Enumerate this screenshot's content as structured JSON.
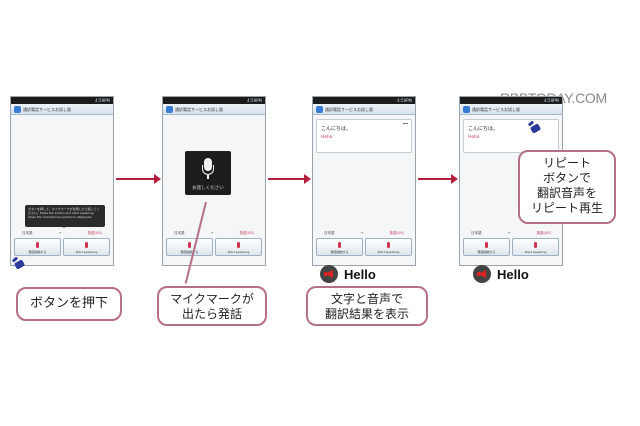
{
  "watermark": "RBBTODAY.COM",
  "screens": [
    {
      "statusbar_time": "4:59PM",
      "title": "通訳電話サービスお試し版",
      "tooltip": "ボタンを押して、マイクマークが出現したら話してください。Press the button and start speaking when the microphone symbol is displayed.",
      "lang_from": "日本語",
      "lang_arrow": "→",
      "lang_to": "英語(US)",
      "btn_left": "発話開始する",
      "btn_right": "Start speaking"
    },
    {
      "statusbar_time": "4:59PM",
      "title": "通訳電話サービスお試し版",
      "dialog_text": "お話しください",
      "lang_from": "日本語",
      "lang_arrow": "→",
      "lang_to": "英語(US)",
      "btn_left": "発話開始する",
      "btn_right": "Start speaking"
    },
    {
      "statusbar_time": "4:59PM",
      "title": "通訳電話サービスお試し版",
      "source_text": "こんにちは。",
      "translated_text": "Hello",
      "lang_from": "日本語",
      "lang_arrow": "→",
      "lang_to": "英語(US)",
      "btn_left": "発話開始する",
      "btn_right": "Start speaking"
    },
    {
      "statusbar_time": "4:59PM",
      "title": "通訳電話サービスお試し版",
      "source_text": "こんにちは。",
      "translated_text": "Hello",
      "lang_from": "日本語",
      "lang_arrow": "→",
      "lang_to": "英語(US)",
      "btn_left": "発話開始する",
      "btn_right": "Start speaking"
    }
  ],
  "audio_labels": [
    "Hello",
    "Hello"
  ],
  "callouts": {
    "press_button": "ボタンを押下",
    "mic_line1": "マイクマークが",
    "mic_line2": "出たら発話",
    "result_line1": "文字と音声で",
    "result_line2": "翻訳結果を表示",
    "repeat_line1": "リピート",
    "repeat_line2": "ボタンで",
    "repeat_line3": "翻訳音声を",
    "repeat_line4": "リピート再生"
  },
  "colors": {
    "arrow": "#b21e3c",
    "callout_border": "#b56f86",
    "translated_text": "#c0395e"
  }
}
